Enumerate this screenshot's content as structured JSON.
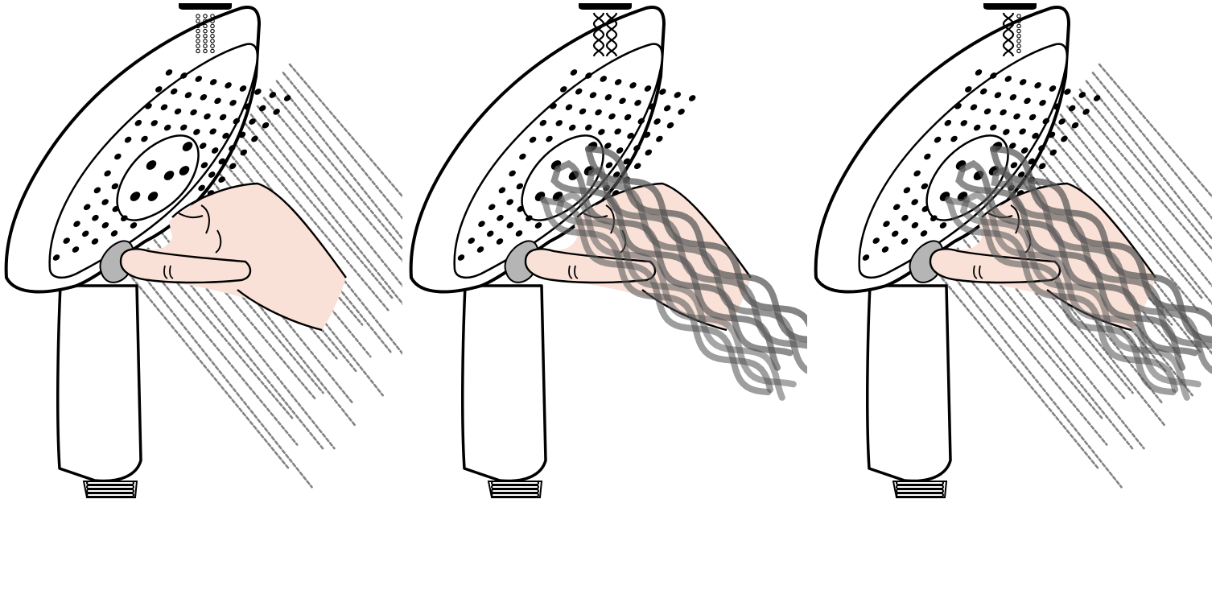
{
  "figure": {
    "panels": [
      {
        "mode": "rain",
        "icon": "rain-spray-icon"
      },
      {
        "mode": "massage",
        "icon": "massage-spray-icon"
      },
      {
        "mode": "rain-massage",
        "icon": "combined-spray-icon"
      }
    ]
  },
  "colors": {
    "outline": "#000000",
    "skin": "#f9e1d8",
    "button": "#b5b5b5",
    "spray": "#6e6e6e",
    "massage_stream": "#555555"
  }
}
